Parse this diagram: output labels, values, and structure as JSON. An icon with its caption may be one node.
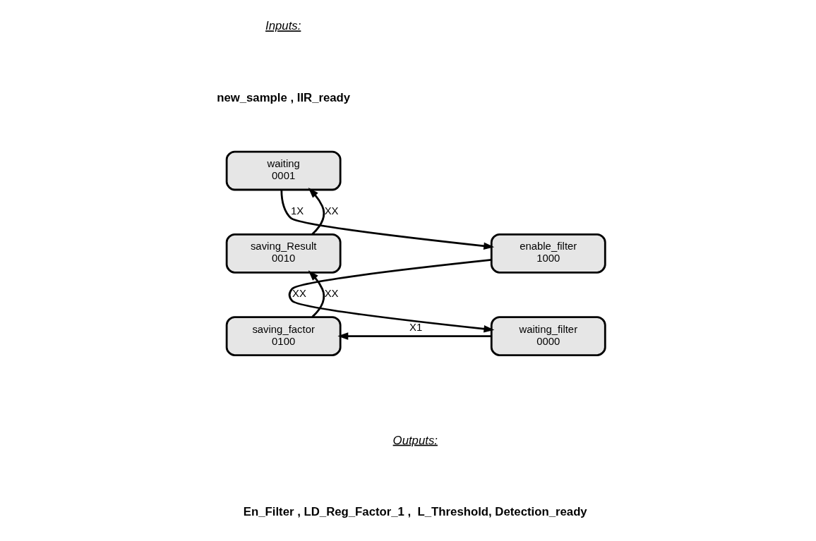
{
  "diagram": {
    "nodes": [
      {
        "text": [
          "waiting",
          "0001"
        ]
      },
      {
        "text": [
          "enable_filter",
          "1000"
        ]
      },
      {
        "text": [
          "waiting_filter",
          "0000"
        ]
      },
      {
        "text": [
          "saving_factor",
          "0100"
        ]
      },
      {
        "text": [
          "saving_Result",
          "0010"
        ]
      }
    ],
    "edges": [
      {
        "from": 0,
        "to": 1,
        "arrow": "to",
        "label": "1X"
      },
      {
        "from": 1,
        "to": 2,
        "arrow": "to",
        "label": "XX"
      },
      {
        "from": 2,
        "to": 3,
        "arrow": "to",
        "label": "X1"
      },
      {
        "from": 3,
        "to": 4,
        "arrow": "to",
        "label": "XX"
      },
      {
        "from": 4,
        "to": 0,
        "arrow": "to",
        "label": "XX"
      }
    ],
    "labels": [
      "Inputs:",
      "new_sample , IIR_ready",
      "Outputs:",
      "En_Filter , LD_Reg_Factor_1 ,  L_Threshold, Detection_ready"
    ]
  }
}
